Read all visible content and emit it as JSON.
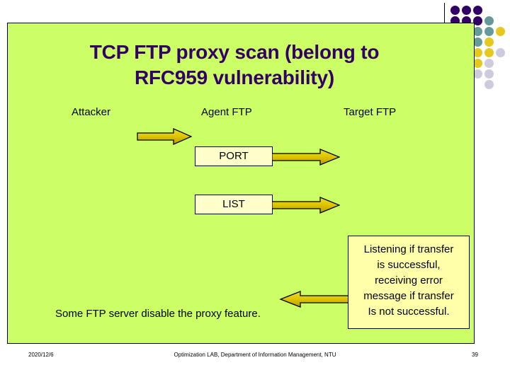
{
  "slide": {
    "background_color": "#FFFFFF",
    "content_box_color": "#CCFF66",
    "title_color": "#330066",
    "title_line1": "TCP FTP proxy scan (belong to",
    "title_line2": "RFC959 vulnerability)"
  },
  "decoration": {
    "name": "dot-grid",
    "colors": {
      "purple": "#330066",
      "teal": "#669999",
      "gold": "#E6C81E",
      "lavender": "#CCCCDD"
    },
    "dots": [
      {
        "col": 0,
        "row": 0,
        "color": "#330066"
      },
      {
        "col": 1,
        "row": 0,
        "color": "#330066"
      },
      {
        "col": 2,
        "row": 0,
        "color": "#330066"
      },
      {
        "col": 0,
        "row": 1,
        "color": "#330066"
      },
      {
        "col": 1,
        "row": 1,
        "color": "#330066"
      },
      {
        "col": 2,
        "row": 1,
        "color": "#330066"
      },
      {
        "col": 3,
        "row": 1,
        "color": "#669999"
      },
      {
        "col": 0,
        "row": 2,
        "color": "#330066"
      },
      {
        "col": 1,
        "row": 2,
        "color": "#330066"
      },
      {
        "col": 2,
        "row": 2,
        "color": "#669999"
      },
      {
        "col": 3,
        "row": 2,
        "color": "#669999"
      },
      {
        "col": 4,
        "row": 2,
        "color": "#E6C81E"
      },
      {
        "col": 2,
        "row": 3,
        "color": "#669999"
      },
      {
        "col": 3,
        "row": 3,
        "color": "#E6C81E"
      },
      {
        "col": 2,
        "row": 4,
        "color": "#E6C81E"
      },
      {
        "col": 3,
        "row": 4,
        "color": "#E6C81E"
      },
      {
        "col": 4,
        "row": 4,
        "color": "#CCCCDD"
      },
      {
        "col": 2,
        "row": 5,
        "color": "#E6C81E"
      },
      {
        "col": 3,
        "row": 5,
        "color": "#CCCCDD"
      },
      {
        "col": 2,
        "row": 6,
        "color": "#CCCCDD"
      },
      {
        "col": 3,
        "row": 6,
        "color": "#CCCCDD"
      },
      {
        "col": 3,
        "row": 7,
        "color": "#CCCCDD"
      }
    ]
  },
  "diagram": {
    "type": "sequence",
    "roles": [
      {
        "id": "attacker",
        "label": "Attacker"
      },
      {
        "id": "agent",
        "label": "Agent FTP"
      },
      {
        "id": "target",
        "label": "Target FTP"
      }
    ],
    "messages": [
      {
        "id": "port",
        "label": "PORT",
        "direction": "right"
      },
      {
        "id": "list",
        "label": "LIST",
        "direction": "right"
      }
    ],
    "note": {
      "id": "listening-note",
      "lines": [
        "Listening if transfer",
        "is successful,",
        "receiving error",
        "message if transfer",
        "Is not successful."
      ],
      "text": "Listening if transfer is successful, receiving error message if transfer Is not successful."
    },
    "arrows": [
      {
        "id": "attacker-to-agent",
        "direction": "right",
        "fill_from": "#E6D200",
        "fill_to": "#BFA800"
      },
      {
        "id": "port-to-target",
        "direction": "right",
        "fill_from": "#E6D200",
        "fill_to": "#BFA800"
      },
      {
        "id": "list-to-target",
        "direction": "right",
        "fill_from": "#E6D200",
        "fill_to": "#BFA800"
      },
      {
        "id": "target-to-agent",
        "direction": "left",
        "fill_from": "#BFA800",
        "fill_to": "#E6D200"
      }
    ],
    "footnote": "Some FTP server disable the proxy feature."
  },
  "footer": {
    "date": "2020/12/6",
    "credit": "Optimization LAB, Department of Information Management, NTU",
    "page_number": "39"
  }
}
